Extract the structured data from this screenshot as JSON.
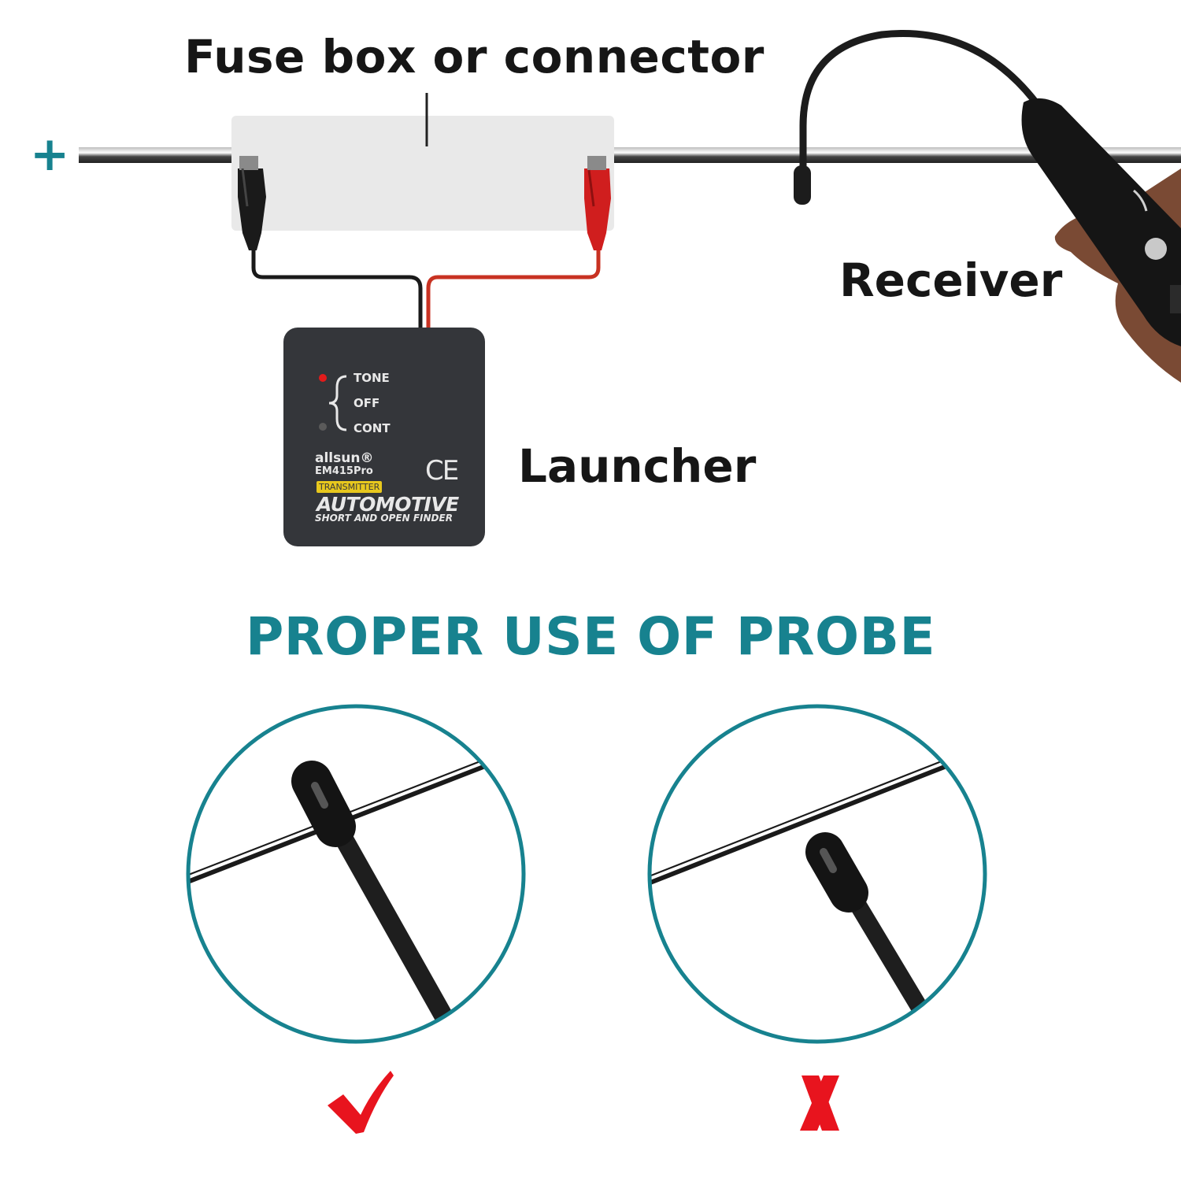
{
  "labels": {
    "fuse_box": "Fuse box or connector",
    "receiver": "Receiver",
    "launcher": "Launcher",
    "plus": "+",
    "section_title": "PROPER USE OF PROBE"
  },
  "launcher_device": {
    "modes": [
      "TONE",
      "OFF",
      "CONT"
    ],
    "brand": "allsun®",
    "model": "EM415Pro",
    "tag": "TRANSMITTER",
    "certification": "CE",
    "product_title": "AUTOMOTIVE",
    "product_subtitle": "SHORT AND OPEN FINDER"
  },
  "icons": {
    "correct": "checkmark-icon",
    "incorrect": "x-mark-icon"
  },
  "colors": {
    "accent_teal": "#17828f",
    "correct_red": "#e8141e",
    "incorrect_red": "#e8141e",
    "device_body": "#34363a",
    "red_clip": "#d01e1e",
    "black_clip": "#1a1a1a"
  }
}
